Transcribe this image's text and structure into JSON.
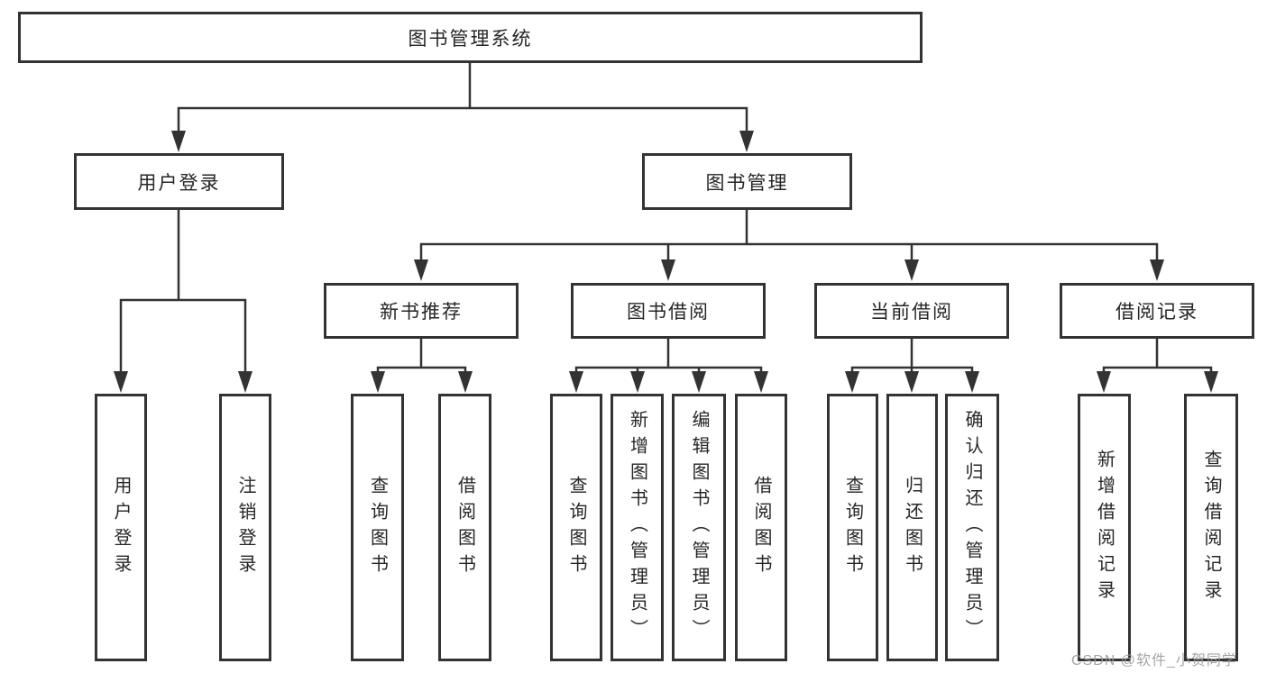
{
  "diagram_title": "图书管理系统",
  "tree": {
    "label": "图书管理系统",
    "children": [
      {
        "label": "用户登录",
        "children": [
          {
            "label": "用户登录"
          },
          {
            "label": "注销登录"
          }
        ]
      },
      {
        "label": "图书管理",
        "children": [
          {
            "label": "新书推荐",
            "children": [
              {
                "label": "查询图书"
              },
              {
                "label": "借阅图书"
              }
            ]
          },
          {
            "label": "图书借阅",
            "children": [
              {
                "label": "查询图书"
              },
              {
                "label": "新增图书（管理员）"
              },
              {
                "label": "编辑图书（管理员）"
              },
              {
                "label": "借阅图书"
              }
            ]
          },
          {
            "label": "当前借阅",
            "children": [
              {
                "label": "查询图书"
              },
              {
                "label": "归还图书"
              },
              {
                "label": "确认归还（管理员）"
              }
            ]
          },
          {
            "label": "借阅记录",
            "children": [
              {
                "label": "新增借阅记录"
              },
              {
                "label": "查询借阅记录"
              }
            ]
          }
        ]
      }
    ]
  },
  "watermark": {
    "text": "CSDN @软件_小贺同学"
  },
  "colors": {
    "line": "#333333",
    "text": "#262626",
    "background": "#ffffff",
    "watermark": "#9c9c9c"
  }
}
